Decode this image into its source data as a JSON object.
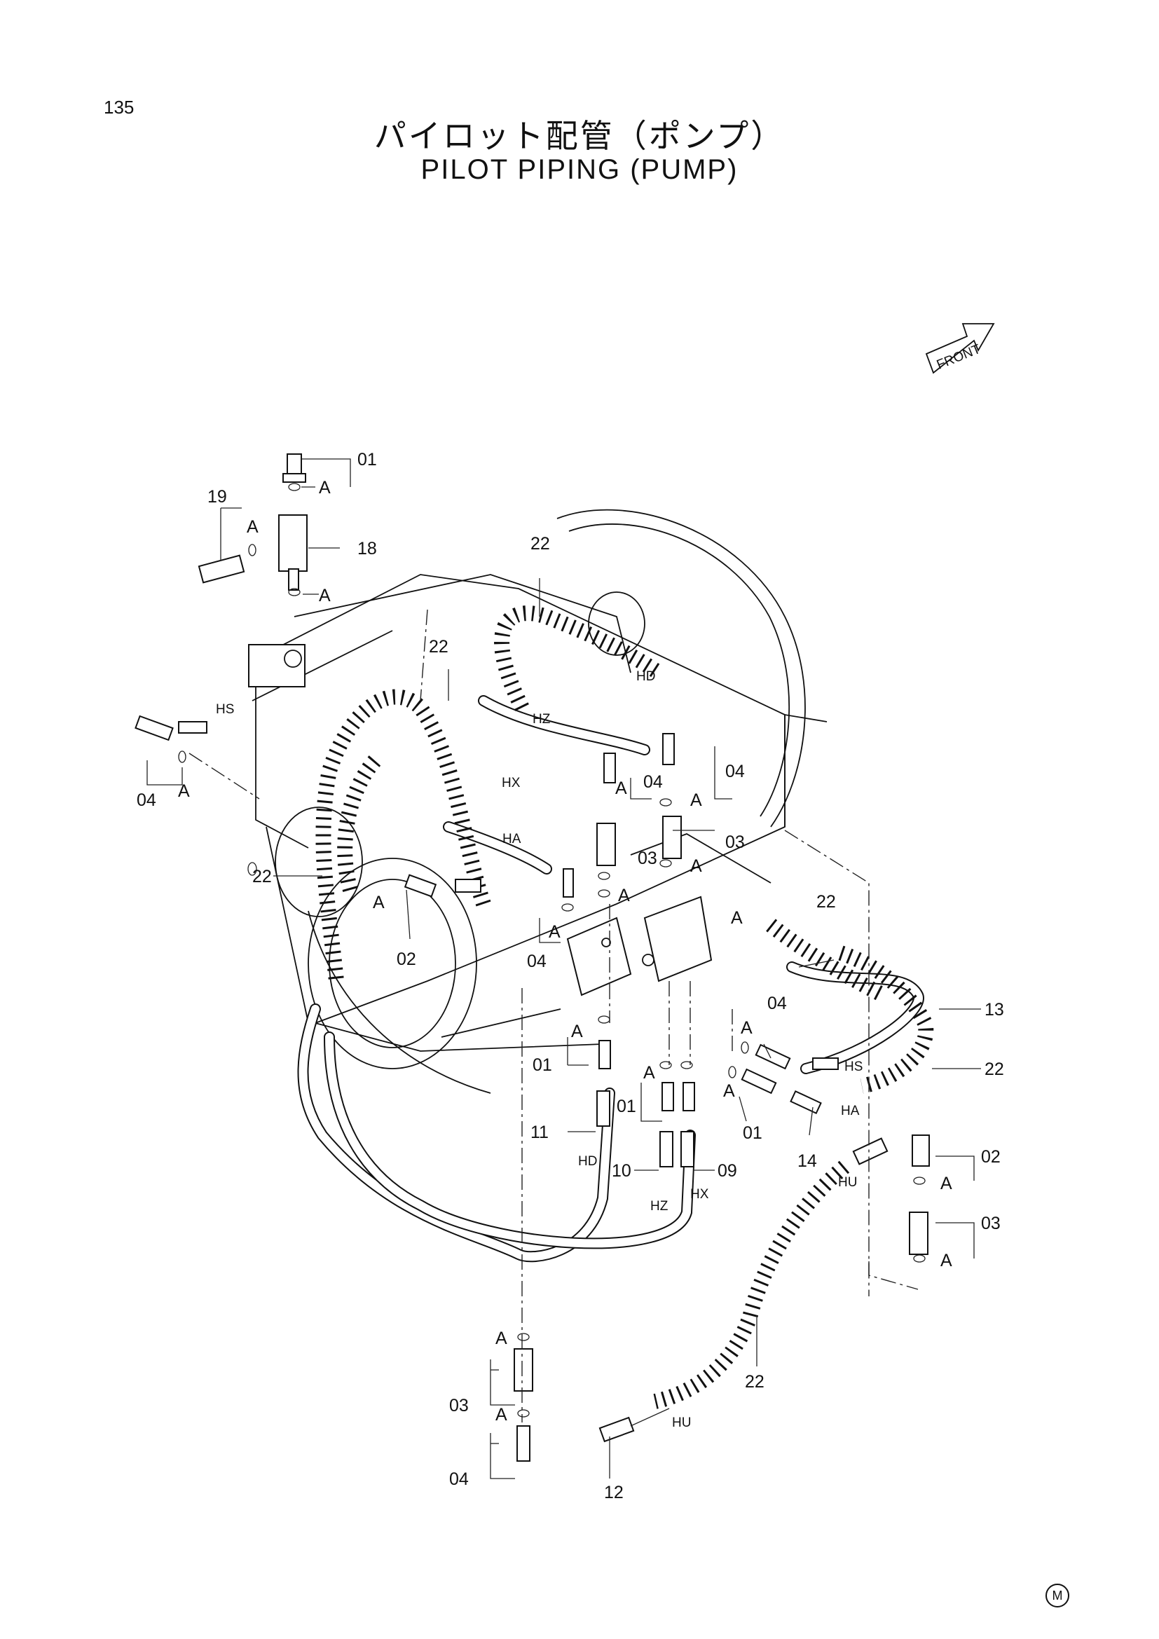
{
  "page": {
    "number": "135"
  },
  "title": {
    "japanese": "パイロット配管（ポンプ）",
    "english": "PILOT PIPING (PUMP)"
  },
  "front_marker": "FRONT",
  "copyright_mark": "M",
  "part_labels": {
    "p01a": "01",
    "p19": "19",
    "p18": "18",
    "p22a": "22",
    "p22b": "22",
    "p04a": "04",
    "p22c": "22",
    "p02a": "02",
    "p04b": "04",
    "p04c": "04",
    "p04d": "04",
    "p03a": "03",
    "p03b": "03",
    "p22d": "22",
    "p13": "13",
    "p22e": "22",
    "p04e": "04",
    "p01b": "01",
    "p01c": "01",
    "p01d": "01",
    "p11": "11",
    "p10": "10",
    "p09": "09",
    "p14": "14",
    "p02b": "02",
    "p03c": "03",
    "p22f": "22",
    "p03d": "03",
    "p04f": "04",
    "p12": "12"
  },
  "seal_labels": {
    "a1": "A",
    "a2": "A",
    "a3": "A",
    "a4": "A",
    "a5": "A",
    "a6": "A",
    "a7": "A",
    "a8": "A",
    "a9": "A",
    "a10": "A",
    "a11": "A",
    "a12": "A",
    "a13": "A",
    "a14": "A",
    "a15": "A",
    "a16": "A",
    "a17": "A",
    "a18": "A",
    "a19": "A"
  },
  "port_labels": {
    "hd1": "HD",
    "hs1": "HS",
    "hz1": "HZ",
    "hx1": "HX",
    "ha1": "HA",
    "hs2": "HS",
    "ha2": "HA",
    "hd2": "HD",
    "hz2": "HZ",
    "hx2": "HX",
    "hu1": "HU",
    "hu2": "HU"
  }
}
